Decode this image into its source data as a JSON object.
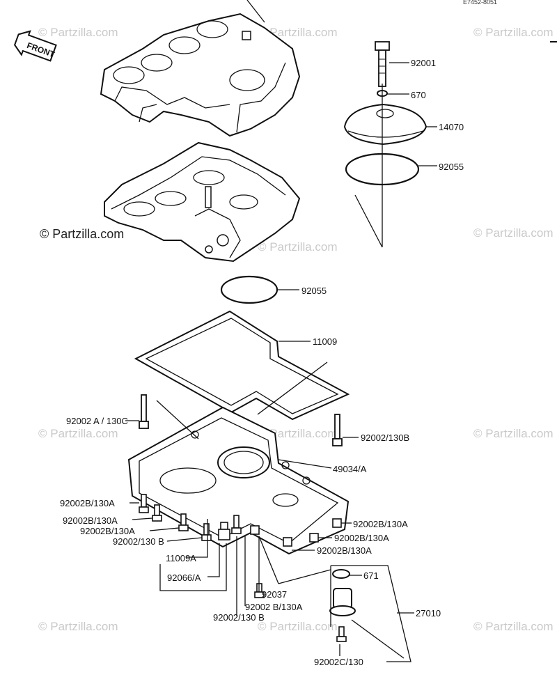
{
  "header": {
    "code": "E7452-8051"
  },
  "front_marker": {
    "text": "FRONT"
  },
  "watermark": {
    "main": "© Partzilla.com",
    "repeat": "© Partzilla.com"
  },
  "labels": {
    "p92001": "92001",
    "p670": "670",
    "p14070": "14070",
    "p92055_top": "92055",
    "p92055_mid": "92055",
    "p11009": "11009",
    "p92002A_130C": "92002 A / 130C",
    "p92002_130B_right": "92002/130B",
    "p49034A": "49034/A",
    "p92002B_130A_l1": "92002B/130A",
    "p92002B_130A_l2": "92002B/130A",
    "p92002B_130A_l3": "92002B/130A",
    "p92002_130B_l": "92002/130 B",
    "p11009A": "11009A",
    "p92066A": "92066/A",
    "p92037": "92037",
    "p92002B_130A_bottom": "92002 B/130A",
    "p92002_130B_bottom": "92002/130 B",
    "p92002B_130A_r1": "92002B/130A",
    "p92002B_130A_r2": "92002B/130A",
    "p92002B_130A_r3": "92002B/130A",
    "p671": "671",
    "p27010": "27010",
    "p92002C_130": "92002C/130"
  }
}
